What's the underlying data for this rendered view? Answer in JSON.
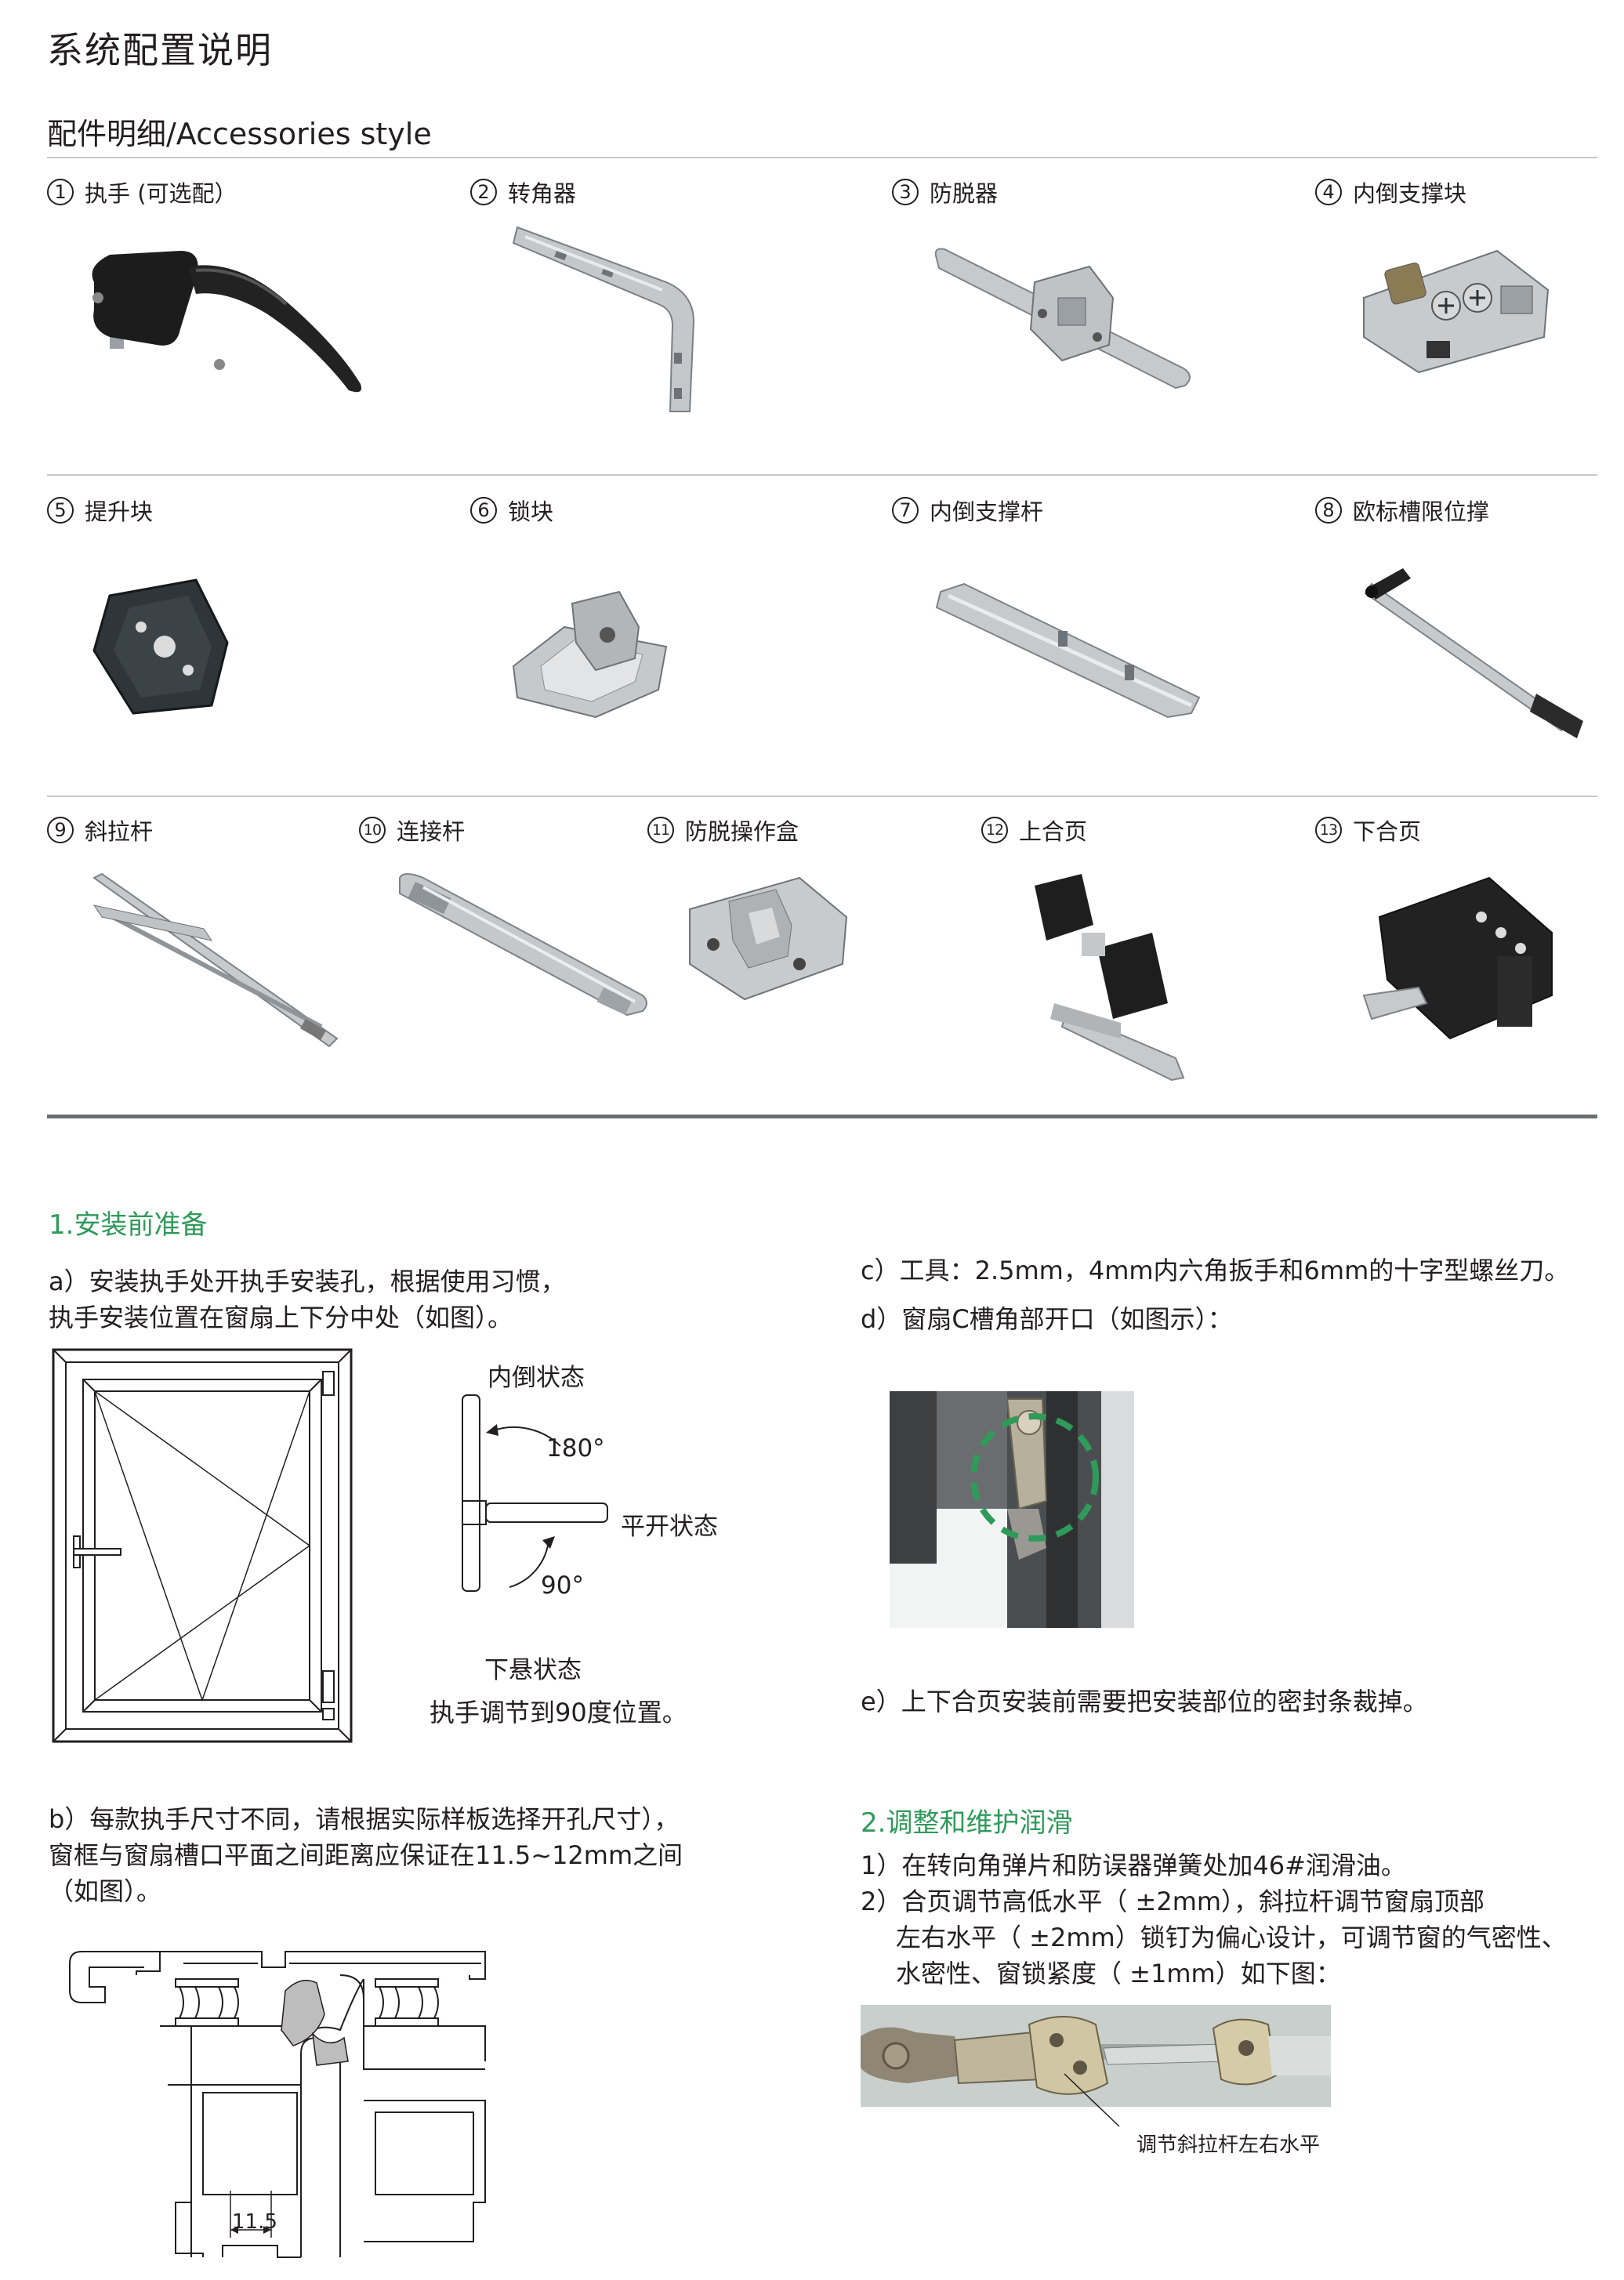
{
  "page": {
    "title": "系统配置说明",
    "subtitle": "配件明细/Accessories style"
  },
  "accessories": [
    {
      "num": "1",
      "label": "执手 (可选配）",
      "icon": "window-handle-icon",
      "color": "#1a1a1a"
    },
    {
      "num": "2",
      "label": "转角器",
      "icon": "corner-drive-icon",
      "color": "#b8bcc0"
    },
    {
      "num": "3",
      "label": "防脱器",
      "icon": "anti-lift-icon",
      "color": "#b8bcc0"
    },
    {
      "num": "4",
      "label": "内倒支撑块",
      "icon": "tilt-support-block-icon",
      "color": "#b8bcc0"
    },
    {
      "num": "5",
      "label": "提升块",
      "icon": "lift-block-icon",
      "color": "#2e3438"
    },
    {
      "num": "6",
      "label": "锁块",
      "icon": "lock-block-icon",
      "color": "#b8bcc0"
    },
    {
      "num": "7",
      "label": "内倒支撑杆",
      "icon": "tilt-support-rod-icon",
      "color": "#b8bcc0"
    },
    {
      "num": "8",
      "label": "欧标槽限位撑",
      "icon": "limit-stay-icon",
      "color": "#b8bcc0"
    },
    {
      "num": "9",
      "label": "斜拉杆",
      "icon": "diagonal-rod-icon",
      "color": "#b8bcc0"
    },
    {
      "num": "10",
      "label": "连接杆",
      "icon": "connecting-rod-icon",
      "color": "#b8bcc0"
    },
    {
      "num": "11",
      "label": "防脱操作盒",
      "icon": "gearbox-icon",
      "color": "#b8bcc0"
    },
    {
      "num": "12",
      "label": "上合页",
      "icon": "top-hinge-icon",
      "color": "#1a1a1a"
    },
    {
      "num": "13",
      "label": "下合页",
      "icon": "bottom-hinge-icon",
      "color": "#1a1a1a"
    }
  ],
  "section1": {
    "heading": "1.安装前准备",
    "a_line1": "a）安装执手处开执手安装孔，根据使用习惯，",
    "a_line2": "执手安装位置在窗扇上下分中处（如图）。",
    "handle_diagram": {
      "tilt_state": "内倒状态",
      "angle_180": "180°",
      "open_state": "平开状态",
      "angle_90": "90°",
      "hung_state": "下悬状态",
      "caption": "执手调节到90度位置。"
    },
    "b_line1": "b）每款执手尺寸不同，请根据实际样板选择开孔尺寸），",
    "b_line2": "窗框与窗扇槽口平面之间距离应保证在11.5~12mm之间",
    "b_line3": "（如图）。",
    "profile_dimension": "11.5",
    "c_line": "c）工具：2.5mm，4mm内六角扳手和6mm的十字型螺丝刀。",
    "d_line": "d）窗扇C槽角部开口（如图示）：",
    "e_line": "e）上下合页安装前需要把安装部位的密封条裁掉。"
  },
  "section2": {
    "heading": "2.调整和维护润滑",
    "line1": "1）在转向角弹片和防误器弹簧处加46#润滑油。",
    "line2": "2）合页调节高低水平（ ±2mm），斜拉杆调节窗扇顶部",
    "line3": "左右水平（ ±2mm）锁钉为偏心设计，可调节窗的气密性、",
    "line4": "水密性、窗锁紧度（ ±1mm）如下图：",
    "photo_caption": "调节斜拉杆左右水平"
  },
  "colors": {
    "accent_green": "#2f9a5a",
    "rule_dark": "#6d6e71",
    "text": "#231f20"
  }
}
